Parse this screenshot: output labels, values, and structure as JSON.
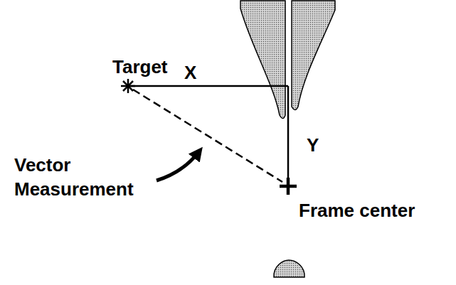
{
  "diagram": {
    "labels": [
      "Target",
      "X",
      "Y",
      "Vector Measurement",
      "Frame center"
    ]
  }
}
